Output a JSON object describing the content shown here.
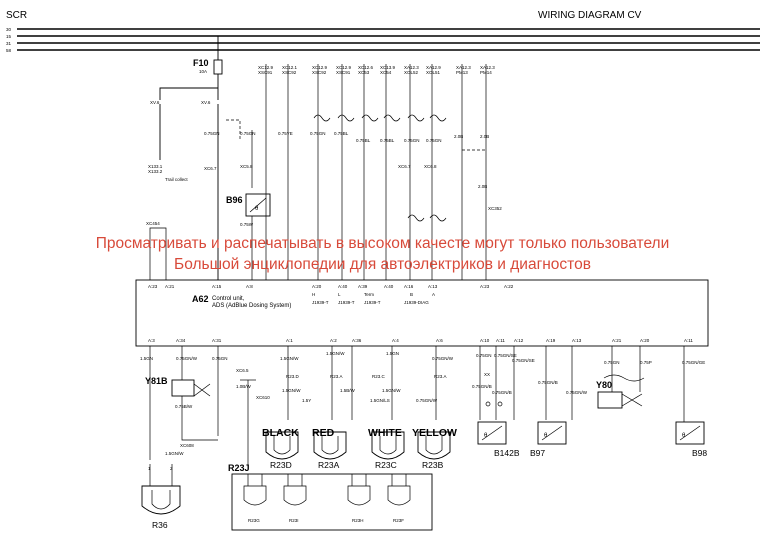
{
  "header": {
    "left_title": "SCR",
    "right_title": "WIRING DIAGRAM CV",
    "bus_labels": [
      "30",
      "15",
      "31",
      "58"
    ]
  },
  "fuse": {
    "id": "F10",
    "rating": "10A"
  },
  "control_unit": {
    "id": "A62",
    "line1": "Control unit,",
    "line2": "ADS  (AdBlue Dosing System)"
  },
  "connectors": {
    "xc_left": "XC454",
    "xc_right": "XC352",
    "xc_mid": "XC610",
    "xc_bottom": "XC608"
  },
  "components": {
    "b96": "B96",
    "y81b": "Y81B",
    "y80": "Y80",
    "r36": "R36",
    "r23j": "R23J",
    "b142b": "B142B",
    "b97": "B97",
    "b98": "B98"
  },
  "heaters": [
    {
      "color_label": "BLACK",
      "id": "R23D"
    },
    {
      "color_label": "RED",
      "id": "R23A"
    },
    {
      "color_label": "WHITE",
      "id": "R23C"
    },
    {
      "color_label": "YELLOW",
      "id": "R23B"
    }
  ],
  "r23j_parts": [
    "R23G",
    "R23I",
    "R23H",
    "R23F"
  ],
  "notes": {
    "trailer": "Trail collect"
  },
  "watermark": {
    "line1": "Просматривать и распечатывать в высоком качесте могут только пользователи",
    "line2": "Большой энциклопедии для автоэлектриков и диагностов"
  },
  "colors": {
    "ink": "#000000",
    "watermark": "#d84a3a",
    "background": "#ffffff"
  }
}
